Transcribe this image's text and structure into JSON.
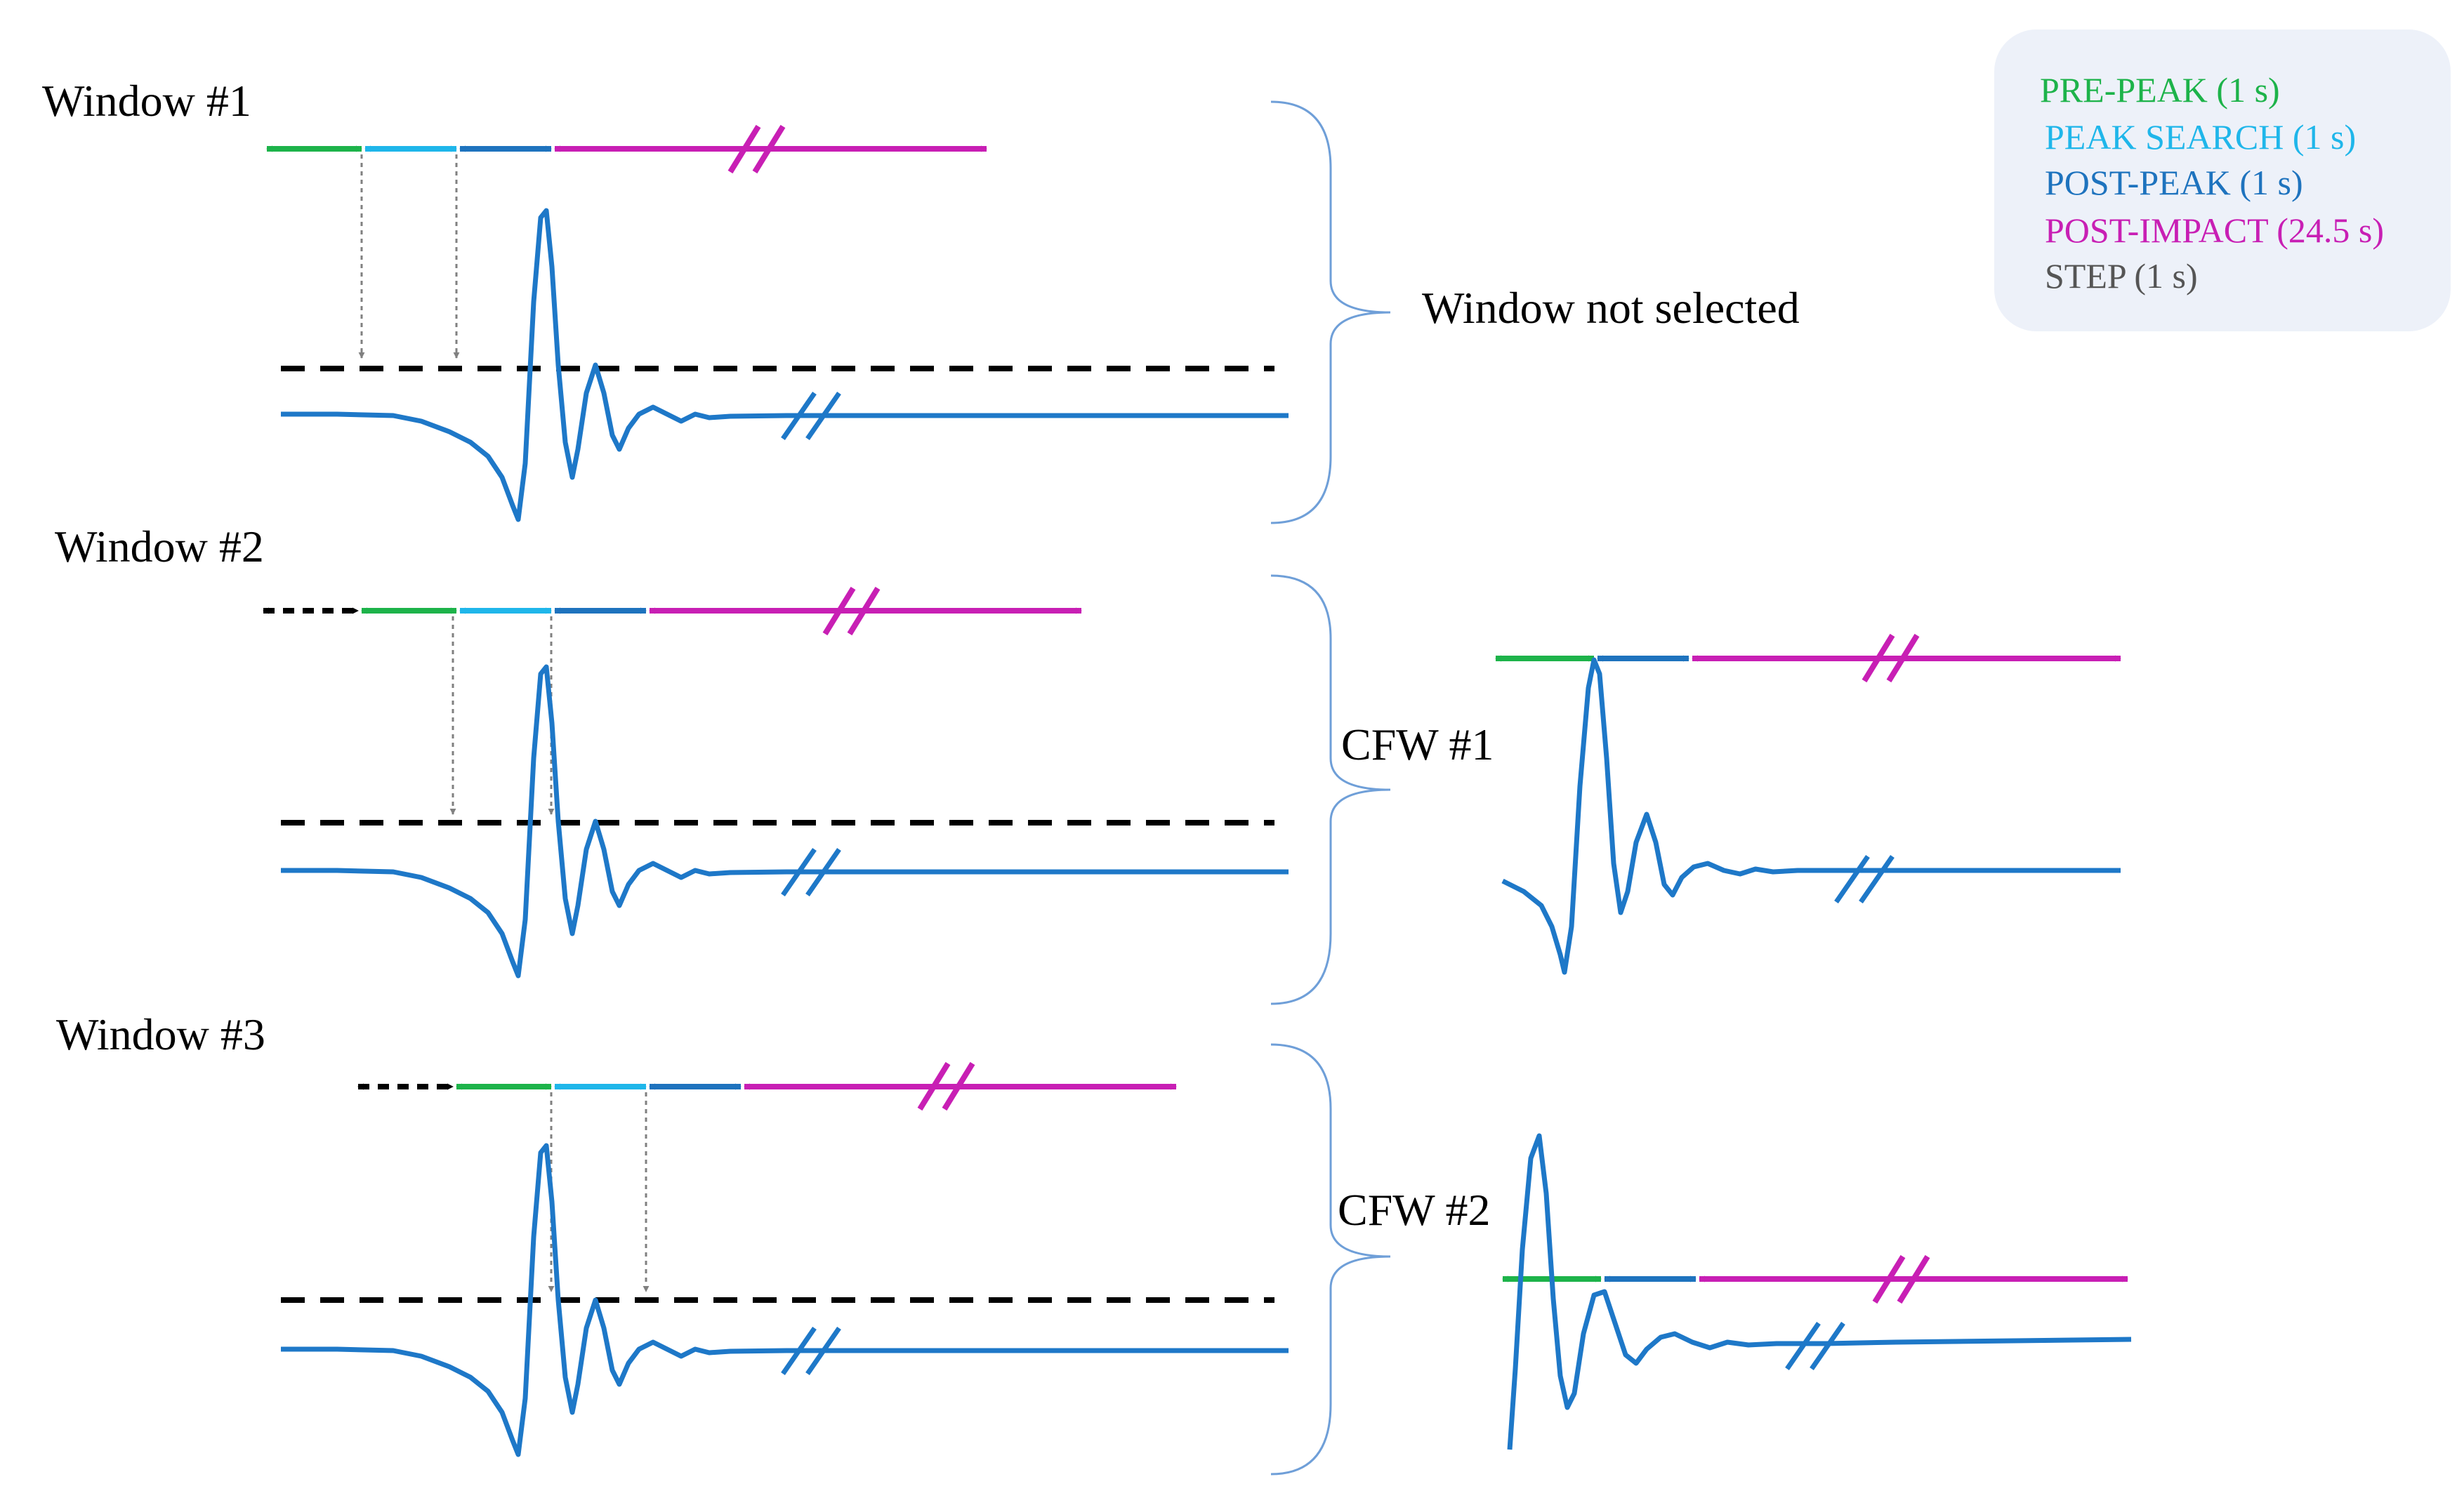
{
  "colors": {
    "pre_peak": "#1db34a",
    "peak_search": "#1fb6ea",
    "post_peak": "#1e73be",
    "post_impact": "#c81fb4",
    "step": "#000000",
    "signal": "#1e78c8",
    "threshold": "#000000",
    "pointer": "#808080",
    "bracket": "#6f9fd8",
    "legend_bg": "#edf1f9"
  },
  "legend": {
    "pre_peak": "PRE-PEAK (1 s)",
    "peak_search": "PEAK SEARCH (1 s)",
    "post_peak": "POST-PEAK (1 s)",
    "post_impact": "POST-IMPACT (24.5 s)",
    "step": "STEP (1 s)"
  },
  "windows": [
    {
      "label": "Window #1",
      "result": "Window not selected"
    },
    {
      "label": "Window #2",
      "result": "CFW #1"
    },
    {
      "label": "Window #3",
      "result": "CFW #2"
    }
  ]
}
